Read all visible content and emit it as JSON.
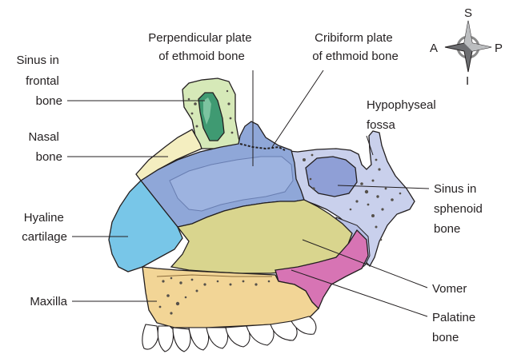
{
  "compass": {
    "superior": "S",
    "anterior": "A",
    "posterior": "P",
    "inferior": "I"
  },
  "labels": {
    "sinus_frontal": [
      "Sinus in",
      "frontal",
      "bone"
    ],
    "perpendicular_plate": [
      "Perpendicular plate",
      "of ethmoid bone"
    ],
    "cribriform_plate": [
      "Cribiform plate",
      "of ethmoid bone"
    ],
    "nasal_bone": [
      "Nasal",
      "bone"
    ],
    "hypophyseal_fossa": [
      "Hypophyseal",
      "fossa"
    ],
    "sinus_sphenoid": [
      "Sinus in",
      "sphenoid",
      "bone"
    ],
    "hyaline_cartilage": [
      "Hyaline",
      "cartilage"
    ],
    "maxilla": [
      "Maxilla"
    ],
    "vomer": [
      "Vomer"
    ],
    "palatine_bone": [
      "Palatine",
      "bone"
    ]
  },
  "colors": {
    "frontal_bone": "#d6e9b8",
    "frontal_sinus": "#3f9a72",
    "nasal_bone": "#f4eec0",
    "ethmoid": "#8fa7d8",
    "sphenoid": "#c9d0ec",
    "sphenoid_sinus": "#8f9fd6",
    "cartilage": "#78c6e8",
    "vomer": "#d9d58e",
    "maxilla": "#f2d596",
    "palatine": "#d774b4",
    "teeth": "#ffffff"
  }
}
